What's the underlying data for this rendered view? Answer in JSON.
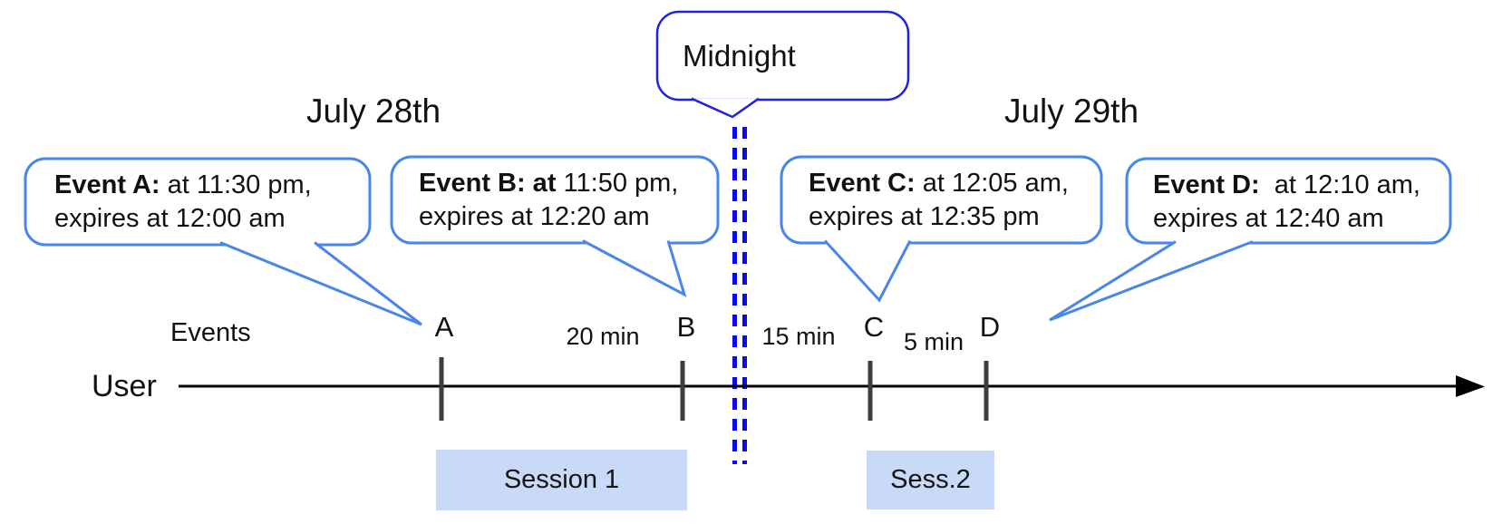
{
  "dates": {
    "left": "July 28th",
    "right": "July 29th"
  },
  "midnight_label": "Midnight",
  "events": [
    {
      "bold": "Event A:",
      "time": " at 11:30 pm,",
      "expires": "expires at 12:00 am"
    },
    {
      "bold": "Event B: at",
      "time": " 11:50 pm,",
      "expires": "expires at 12:20 am"
    },
    {
      "bold": "Event C:",
      "time": " at 12:05 am,",
      "expires": "expires at 12:35 pm"
    },
    {
      "bold": "Event D:",
      "time": "  at 12:10 am,",
      "expires": "expires at 12:40 am"
    }
  ],
  "axis": {
    "events_label": "Events",
    "user_label": "User",
    "ticks": [
      "A",
      "B",
      "C",
      "D"
    ],
    "intervals": [
      "20 min",
      "15 min",
      "5 min"
    ]
  },
  "sessions": [
    "Session 1",
    "Sess.2"
  ],
  "colors": {
    "callout_border": "#4a86e8",
    "midnight_border": "#2222dd",
    "dash_blue": "#0a0af0",
    "session_fill": "#c9daf8",
    "tick_gray": "#3d3d3d",
    "axis_black": "#000000"
  }
}
